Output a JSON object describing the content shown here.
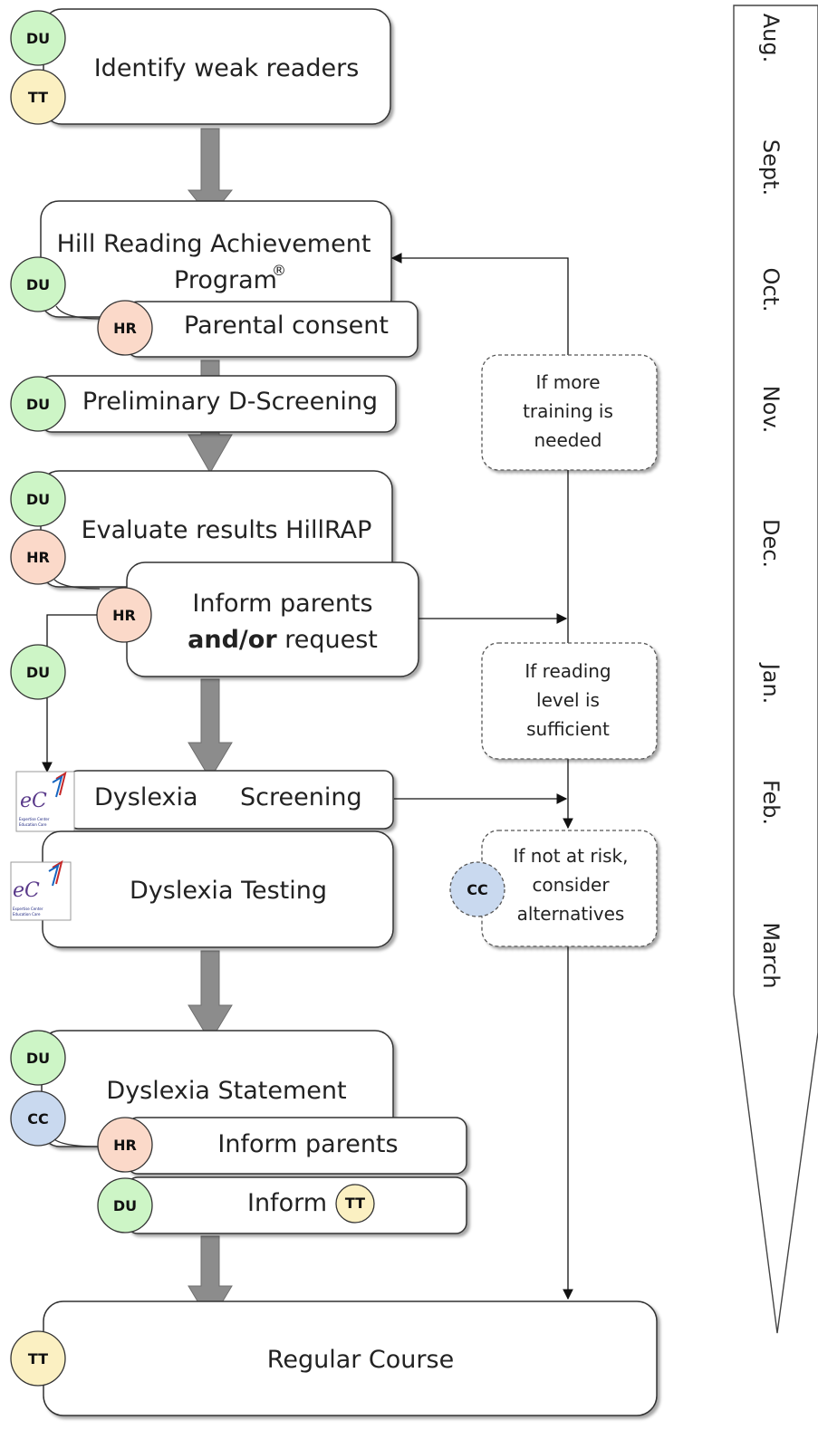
{
  "colors": {
    "DU": "#cdf5c6",
    "TT": "#fbf0c2",
    "HR": "#fbd9c9",
    "CC": "#c9d9ef",
    "arrow": "#8c8c8c",
    "box_stroke": "#333333"
  },
  "badges": {
    "du": "DU",
    "tt": "TT",
    "hr": "HR",
    "cc": "CC"
  },
  "steps": {
    "identify": "Identify weak readers",
    "hill_line1": "Hill Reading Achievement",
    "hill_line2": "Program",
    "hill_reg": "®",
    "consent": "Parental consent",
    "prelim": "Preliminary D-Screening",
    "evaluate": "Evaluate results HillRAP",
    "inform_line1": "Inform parents",
    "inform_bold": "and/or",
    "inform_rest": " request",
    "dys_screen_a": "Dyslexia",
    "dys_screen_b": "Screening",
    "dys_testing": "Dyslexia Testing",
    "dys_statement": "Dyslexia Statement",
    "inform_parents2": "Inform parents",
    "inform_tt": "Inform",
    "regular": "Regular Course"
  },
  "conditions": {
    "training": [
      "If more",
      "training is",
      "needed"
    ],
    "reading": [
      "If reading",
      "level is",
      "sufficient"
    ],
    "risk": [
      "If not at risk,",
      "consider",
      "alternatives"
    ]
  },
  "logo": {
    "mark": "eC",
    "caption1": "Expertise Center",
    "caption2": "Education Care"
  },
  "months": [
    "Aug.",
    "Sept.",
    "Oct.",
    "Nov.",
    "Dec.",
    "Jan.",
    "Feb.",
    "March"
  ]
}
